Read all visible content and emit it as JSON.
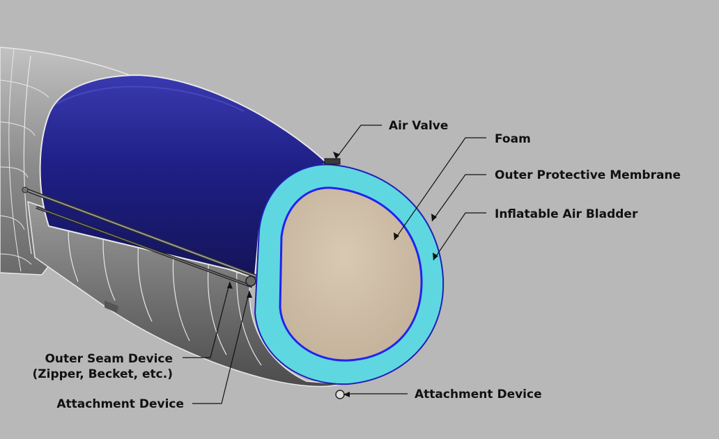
{
  "labels": {
    "air_valve": "Air Valve",
    "foam": "Foam",
    "outer_membrane": "Outer Protective Membrane",
    "air_bladder": "Inflatable Air Bladder",
    "outer_seam_line1": "Outer Seam Device",
    "outer_seam_line2": "(Zipper, Becket, etc.)",
    "attachment_left": "Attachment Device",
    "attachment_right": "Attachment Device"
  },
  "colors": {
    "background": "#b8b8b8",
    "outer_membrane_top": "#24248c",
    "membrane_ring": "#5fd7e1",
    "foam_core": "#cdbca4",
    "bladder_line": "#2222ee",
    "lower_shell": "#7d7d7d",
    "tail_shell": "#8f8f8f"
  }
}
